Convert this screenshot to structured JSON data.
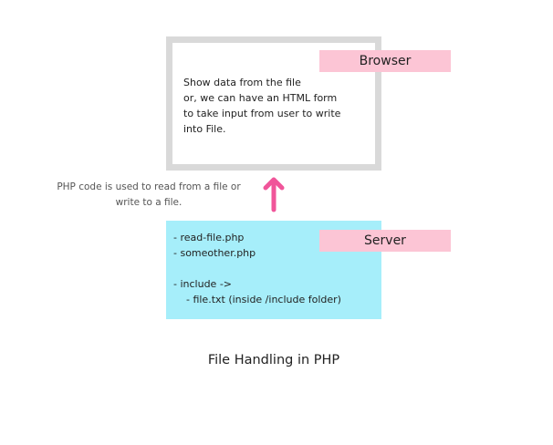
{
  "browser": {
    "label": "Browser",
    "lines": [
      "Show data from the file",
      "or, we can have an HTML form",
      "to take input from user to write",
      "into File."
    ]
  },
  "server": {
    "label": "Server",
    "lines": [
      "- read-file.php",
      "- someother.php",
      "",
      "- include ->",
      "    - file.txt (inside /include folder)"
    ]
  },
  "note": {
    "line1": "PHP code is used to read from a file or",
    "line2": "write to a file."
  },
  "caption": "File Handling in PHP",
  "colors": {
    "browser_border": "#d9d9d9",
    "server_fill": "#a6eefa",
    "label_fill": "#fcc5d5",
    "arrow": "#f0559a"
  },
  "icons": {
    "arrow": "arrow-up-icon"
  }
}
